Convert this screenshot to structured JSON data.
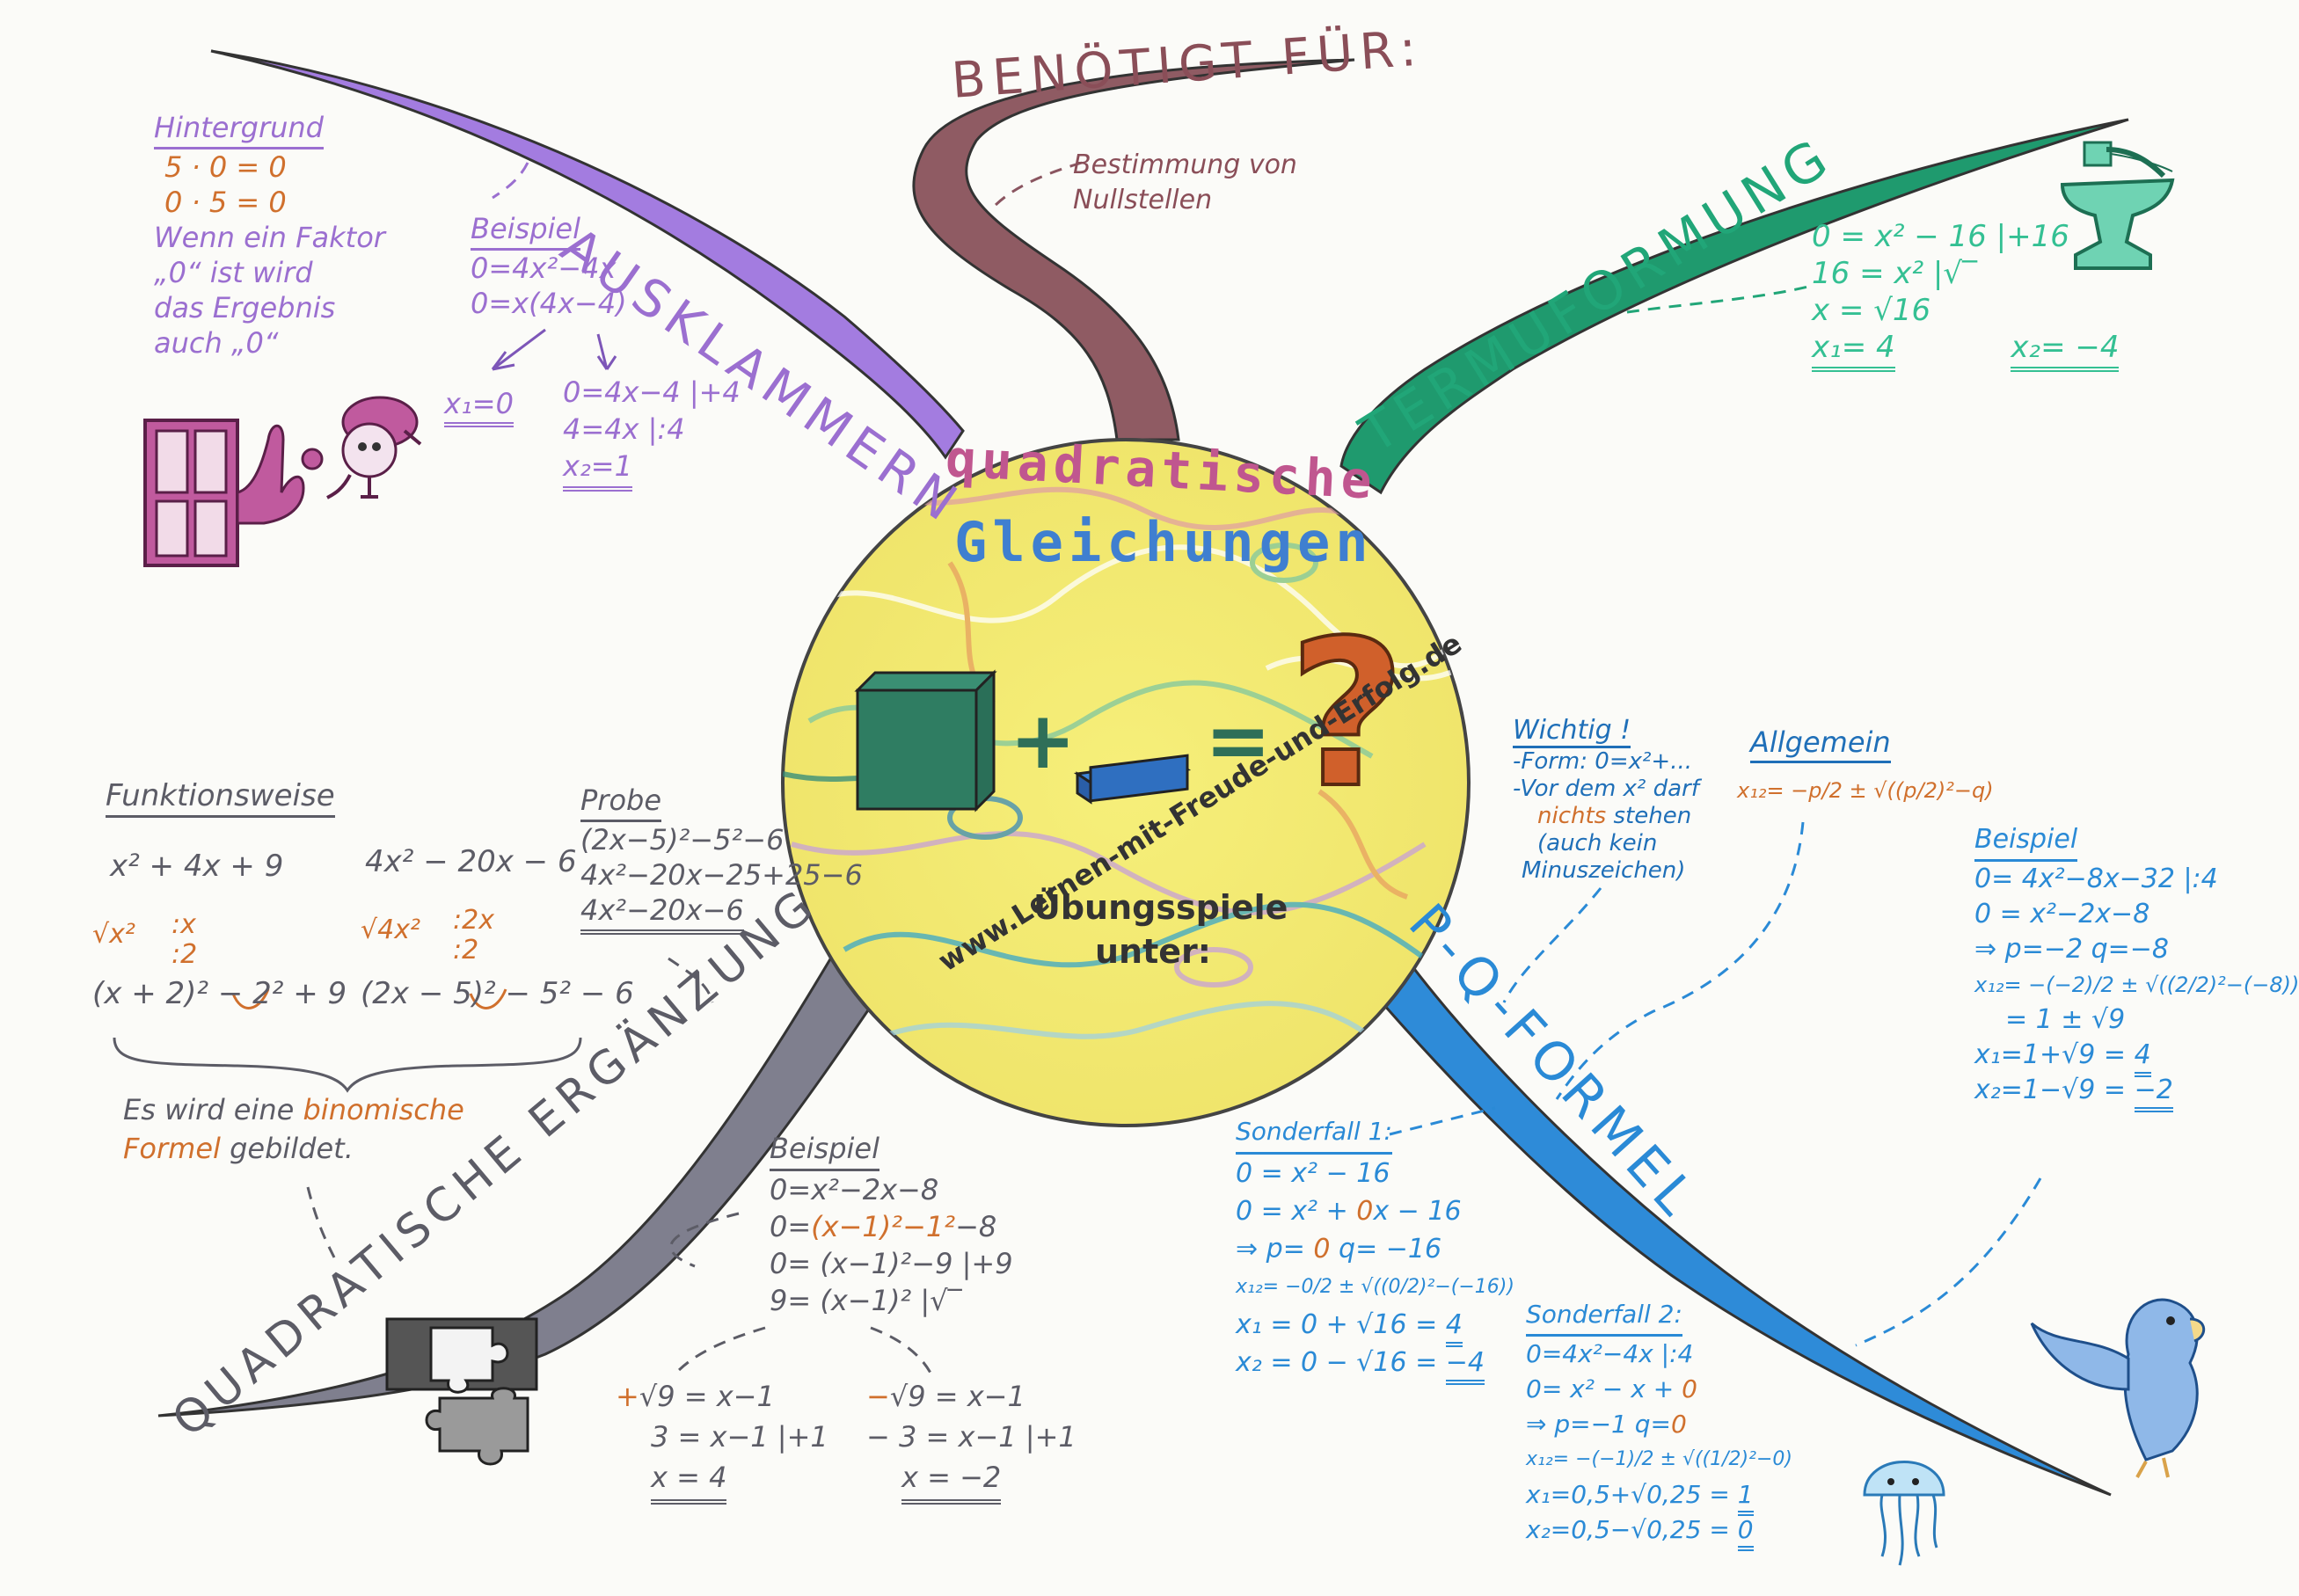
{
  "center": {
    "title_line1": "quadratische",
    "title_line2": "Gleichungen",
    "plus": "+",
    "equals": "=",
    "question": "?",
    "practice_line1": "Übungsspiele",
    "practice_line2": "unter:",
    "url": "www.Lernen-mit-Freude-und-Erfolg.de"
  },
  "branches": {
    "ausklammern": "AUSKLAMMERN",
    "benoetigt": "BENÖTIGT FÜR:",
    "termumformung": "TERMUFORMUNG",
    "ergaenzung": "QUADRATISCHE ERGÄNZUNG",
    "pq": "P-Q-FORMEL"
  },
  "benoetigt": {
    "line1": "Bestimmung von",
    "line2": "Nullstellen"
  },
  "hintergrund": {
    "heading": "Hintergrund",
    "lines": [
      "5 · 0 = 0",
      "0 · 5 = 0",
      "Wenn ein Faktor",
      "„0“ ist wird",
      "das Ergebnis",
      "auch „0“"
    ]
  },
  "ausklammern_beispiel": {
    "heading": "Beispiel",
    "line1": "0=4x²−4x",
    "line2": "0=x(4x−4)",
    "left_result": "x₁=0",
    "right1": "0=4x−4   |+4",
    "right2": "4=4x      |:4",
    "right3": "x₂=1"
  },
  "termumformung": {
    "line1": "0 = x² − 16    |+16",
    "line2": "16 = x²          |√‾",
    "line3": "x = √16",
    "x1": "x₁= 4",
    "x2": "x₂= −4"
  },
  "funktionsweise": {
    "heading": "Funktionsweise",
    "a_expr": "x² + 4x + 9",
    "a_sqrt": "√x²",
    "a_div": ":x",
    "a_div2": ":2",
    "a_result": "(x + 2)² − 2² + 9",
    "b_expr": "4x² − 20x − 6",
    "b_sqrt": "√4x²",
    "b_div": ":2x",
    "b_div2": ":2",
    "b_result": "(2x − 5)² − 5² − 6",
    "caption_pre": "Es wird eine ",
    "caption_bin": "binomische",
    "caption_formel": "Formel",
    "caption_post": " gebildet."
  },
  "probe": {
    "heading": "Probe",
    "line1": "(2x−5)²−5²−6",
    "line2": "4x²−20x−25+25−6",
    "line3": "4x²−20x−6"
  },
  "ergaenzung_beispiel": {
    "heading": "Beispiel",
    "line1": "0=x²−2x−8",
    "line2_a": "0=",
    "line2_b": "(x−1)²−1²",
    "line2_c": "−8",
    "line3": "0= (x−1)²−9    |+9",
    "line4": "9= (x−1)²        |√‾",
    "left1_sign": "+",
    "left1": "√9 = x−1",
    "left2": "3 = x−1   |+1",
    "left3": "x = 4",
    "right1_sign": "−",
    "right1": "√9 = x−1",
    "right2": "− 3 = x−1    |+1",
    "right3": "x = −2"
  },
  "wichtig": {
    "heading": "Wichtig !",
    "line1": "-Form: 0=x²+...",
    "line2": "-Vor dem x² darf",
    "line3_a": "nichts",
    "line3_b": " stehen",
    "line4": "(auch kein",
    "line5": "Minuszeichen)"
  },
  "allgemein": {
    "heading": "Allgemein",
    "formula_a": "x₁₂= −",
    "formula_p": "p/2",
    "formula_b": " ± √((p/2)²−q)"
  },
  "pq_beispiel": {
    "heading": "Beispiel",
    "line1": "0= 4x²−8x−32   |:4",
    "line2": "0 = x²−2x−8",
    "line3": "⇒ p=−2   q=−8",
    "line4": "x₁₂= −(−2)/2 ± √((2/2)²−(−8))",
    "line5": "= 1 ± √9",
    "line6_a": "x₁=1+√9 = ",
    "line6_b": "4",
    "line7_a": "x₂=1−√9 = ",
    "line7_b": "−2"
  },
  "sonderfall1": {
    "heading": "Sonderfall 1:",
    "line1": "0 = x² − 16",
    "line2_a": "0 = x² + ",
    "line2_b": "0",
    "line2_c": "x − 16",
    "line3_a": "⇒ p= ",
    "line3_b": "0",
    "line3_c": "   q= −16",
    "line4": "x₁₂= −0/2 ± √((0/2)²−(−16))",
    "line5_a": "x₁ = 0 + √16 = ",
    "line5_b": "4",
    "line6_a": "x₂ = 0 − √16 = ",
    "line6_b": "−4"
  },
  "sonderfall2": {
    "heading": "Sonderfall 2:",
    "line1": "0=4x²−4x   |:4",
    "line2_a": "0= x² − x + ",
    "line2_b": "0",
    "line3_a": "⇒ p=−1   q=",
    "line3_b": "0",
    "line4": "x₁₂= −(−1)/2 ± √((1/2)²−0)",
    "line5_a": "x₁=0,5+√0,25 = ",
    "line5_b": "1",
    "line6_a": "x₂=0,5−√0,25 = ",
    "line6_b": "0"
  },
  "colors": {
    "purple": "#a07ad8",
    "brown": "#8a5560",
    "green": "#1f9a6e",
    "gray": "#7f7f8e",
    "blue": "#2e8bd8",
    "orange": "#d0702d"
  },
  "icons": [
    "door-icon",
    "hand-icon",
    "stickman-icon",
    "anvil-icon",
    "hammer-icon",
    "puzzle-icon",
    "parrot-icon",
    "jellyfish-icon",
    "cube-icon",
    "bar-icon"
  ]
}
